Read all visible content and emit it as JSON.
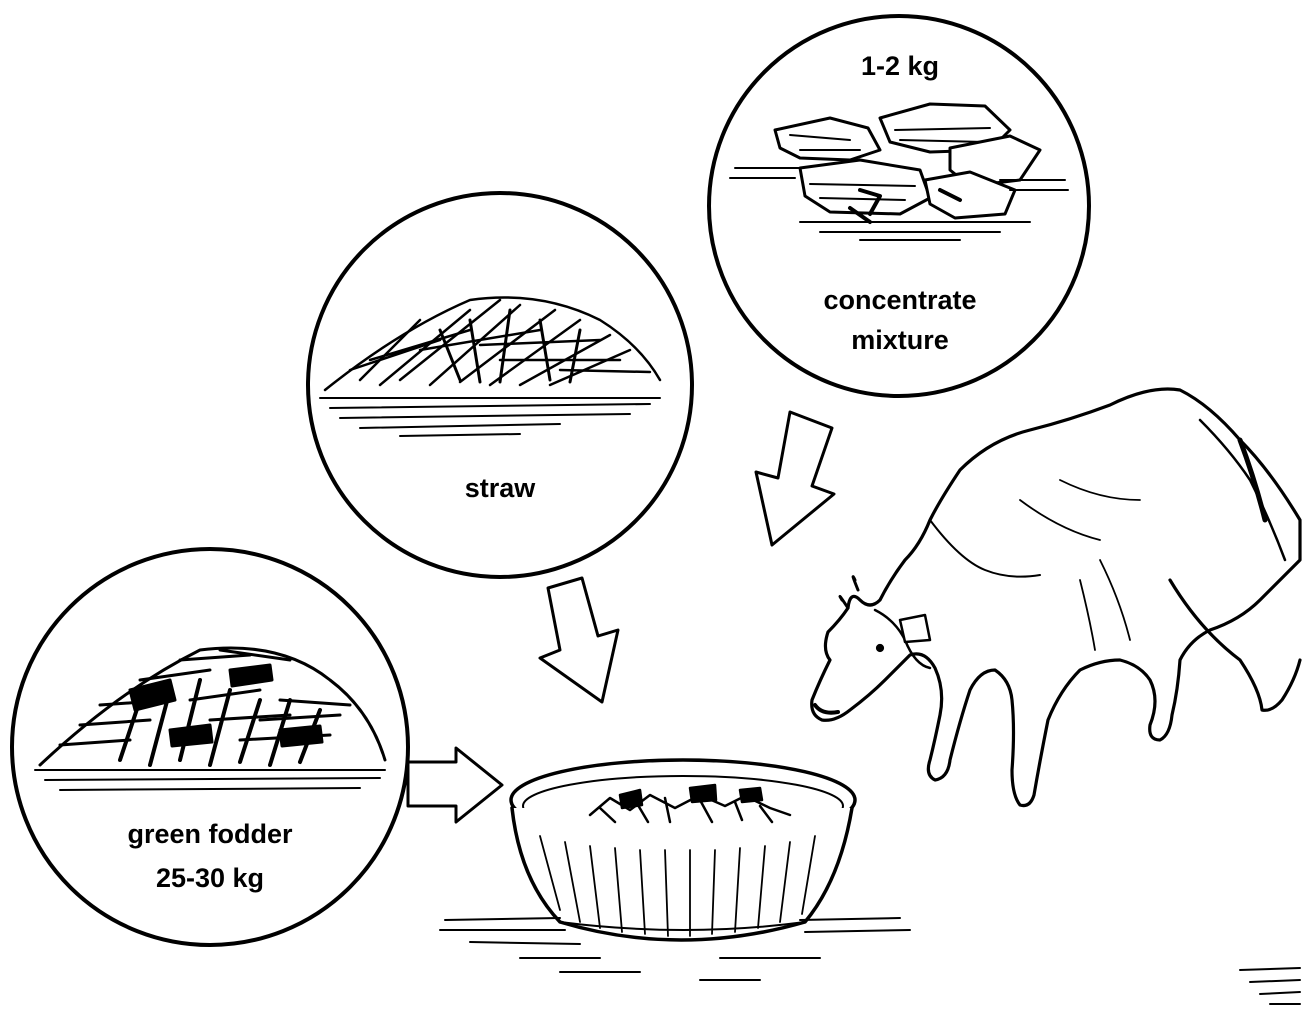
{
  "diagram": {
    "concentrate": {
      "amount": "1-2 kg",
      "name_line1": "concentrate",
      "name_line2": "mixture"
    },
    "straw": {
      "name": "straw"
    },
    "green_fodder": {
      "name": "green fodder",
      "amount": "25-30 kg"
    }
  },
  "colors": {
    "ink": "#000000",
    "paper": "#ffffff"
  }
}
